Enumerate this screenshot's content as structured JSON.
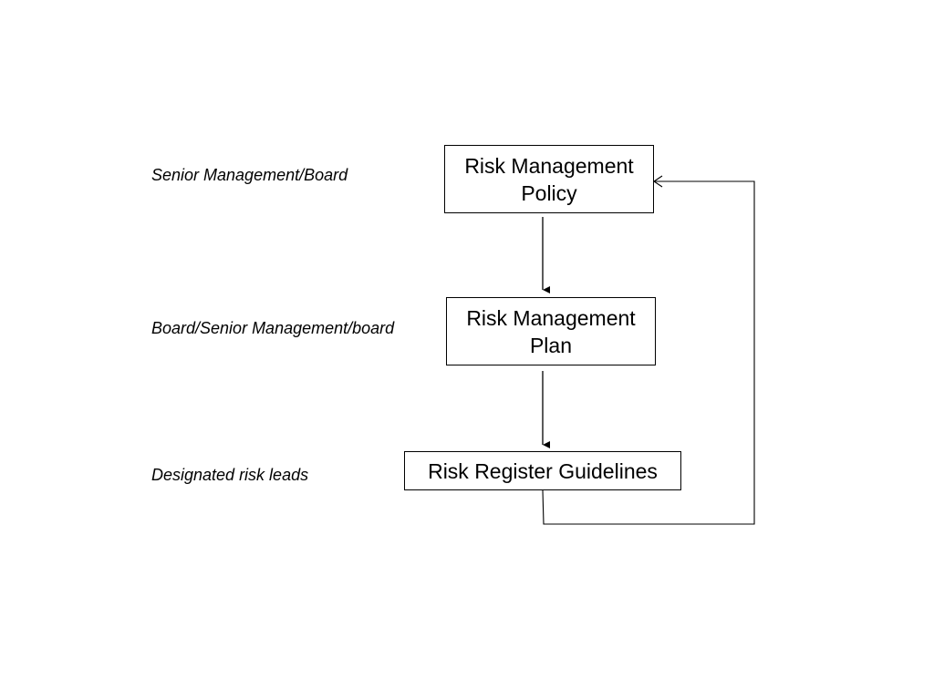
{
  "roles": [
    "Senior Management/Board",
    "Board/Senior Management/board",
    "Designated risk leads"
  ],
  "boxes": {
    "policy": {
      "line1": "Risk Management",
      "line2": "Policy"
    },
    "plan": {
      "line1": "Risk Management",
      "line2": "Plan"
    },
    "guidelines": {
      "line1": "Risk Register Guidelines"
    }
  }
}
